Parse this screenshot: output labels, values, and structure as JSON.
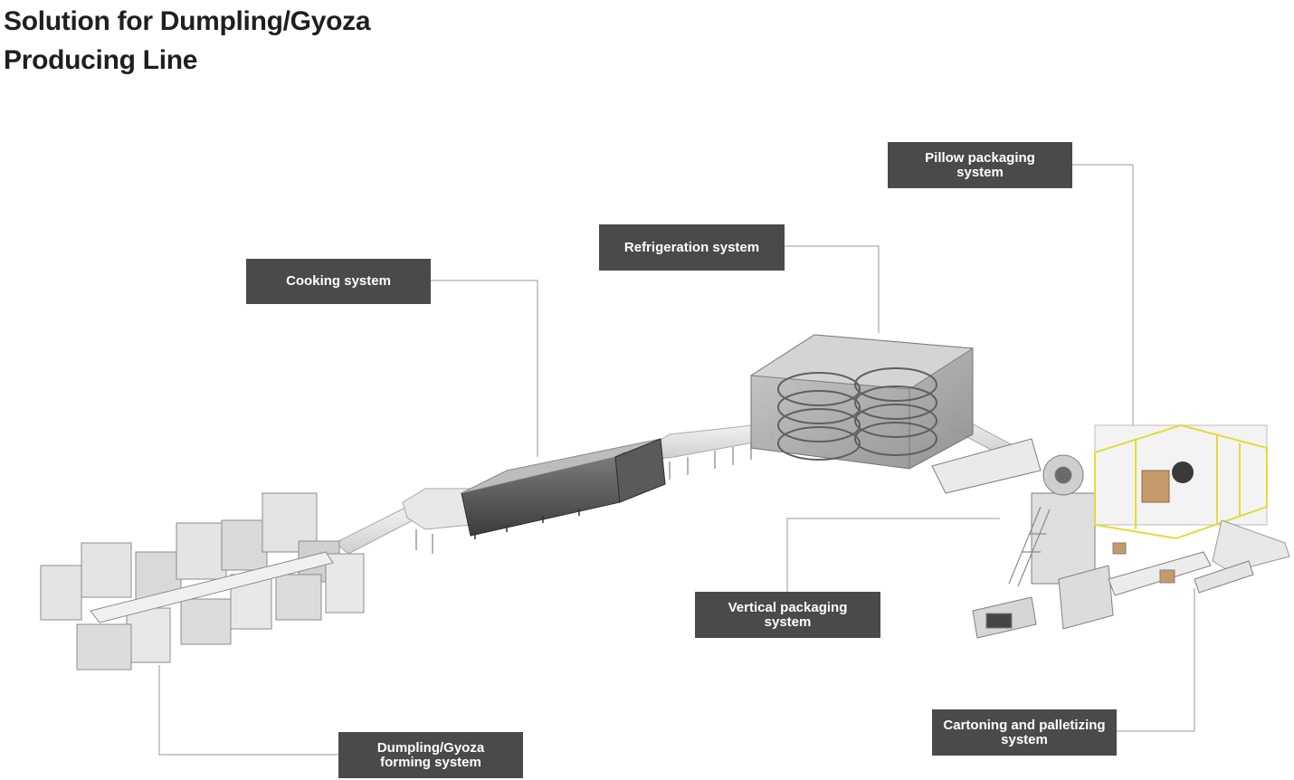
{
  "title": {
    "line1": "Solution for Dumpling/Gyoza",
    "line2": "Producing Line"
  },
  "labels": {
    "cooking": {
      "line1": "Cooking system"
    },
    "refrigeration": {
      "line1": "Refrigeration system"
    },
    "pillow": {
      "line1": "Pillow packaging",
      "line2": "system"
    },
    "vertical": {
      "line1": "Vertical packaging",
      "line2": "system"
    },
    "forming": {
      "line1": "Dumpling/Gyoza",
      "line2": "forming system"
    },
    "cartoning": {
      "line1": "Cartoning and palletizing",
      "line2": "system"
    }
  },
  "colors": {
    "label_bg": "#4a4a4a",
    "label_text": "#ffffff",
    "title_text": "#1f1f1f",
    "leader_line": "#9a9a9a",
    "safety_fence": "#e2dc3a"
  }
}
